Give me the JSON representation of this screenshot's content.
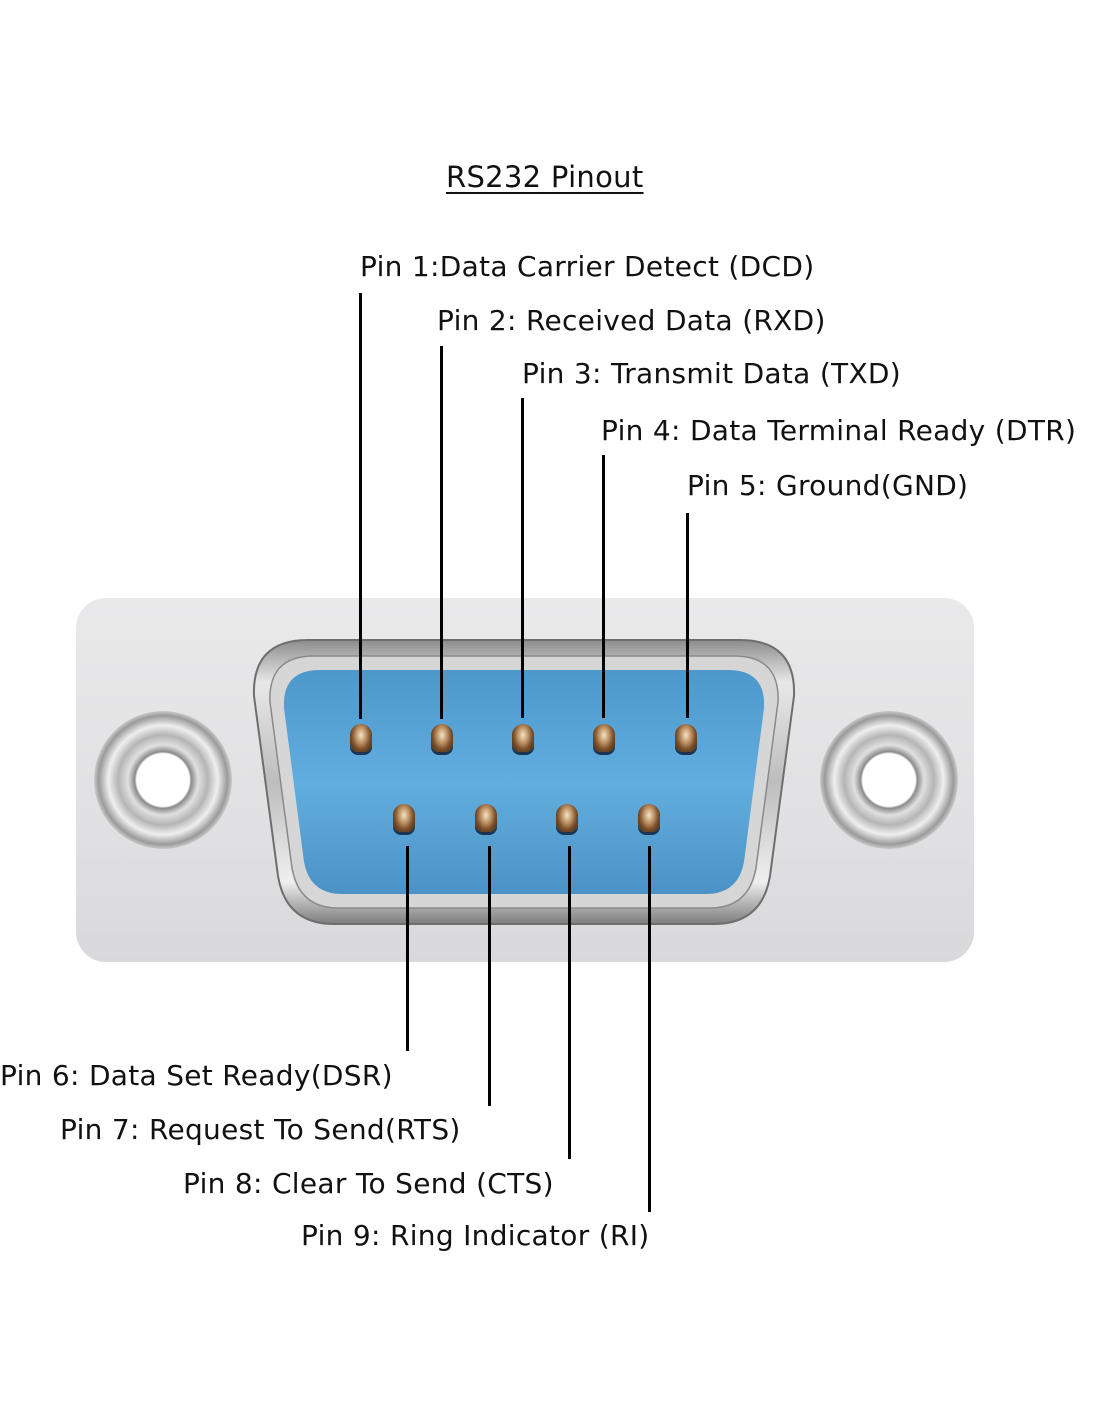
{
  "title": "RS232 Pinout",
  "connector": {
    "type": "DB9 male",
    "colors": {
      "plate": "#e3e3e5",
      "insulator": "#5ba8d9",
      "pin": "#b98a5a",
      "shell": "#c8c8c8"
    }
  },
  "pins": [
    {
      "number": 1,
      "label": "Pin 1:Data Carrier Detect (DCD)",
      "name": "Data Carrier Detect",
      "abbr": "DCD",
      "row": "top"
    },
    {
      "number": 2,
      "label": "Pin 2: Received Data (RXD)",
      "name": "Received Data",
      "abbr": "RXD",
      "row": "top"
    },
    {
      "number": 3,
      "label": "Pin 3: Transmit Data (TXD)",
      "name": "Transmit Data",
      "abbr": "TXD",
      "row": "top"
    },
    {
      "number": 4,
      "label": "Pin 4: Data Terminal Ready (DTR)",
      "name": "Data Terminal Ready",
      "abbr": "DTR",
      "row": "top"
    },
    {
      "number": 5,
      "label": "Pin 5: Ground(GND)",
      "name": "Ground",
      "abbr": "GND",
      "row": "top"
    },
    {
      "number": 6,
      "label": "Pin 6: Data Set Ready(DSR)",
      "name": "Data Set Ready",
      "abbr": "DSR",
      "row": "bottom"
    },
    {
      "number": 7,
      "label": "Pin 7: Request To Send(RTS)",
      "name": "Request To Send",
      "abbr": "RTS",
      "row": "bottom"
    },
    {
      "number": 8,
      "label": "Pin 8: Clear To Send (CTS)",
      "name": "Clear To Send",
      "abbr": "CTS",
      "row": "bottom"
    },
    {
      "number": 9,
      "label": "Pin 9: Ring Indicator (RI)",
      "name": "Ring Indicator",
      "abbr": "RI",
      "row": "bottom"
    }
  ]
}
